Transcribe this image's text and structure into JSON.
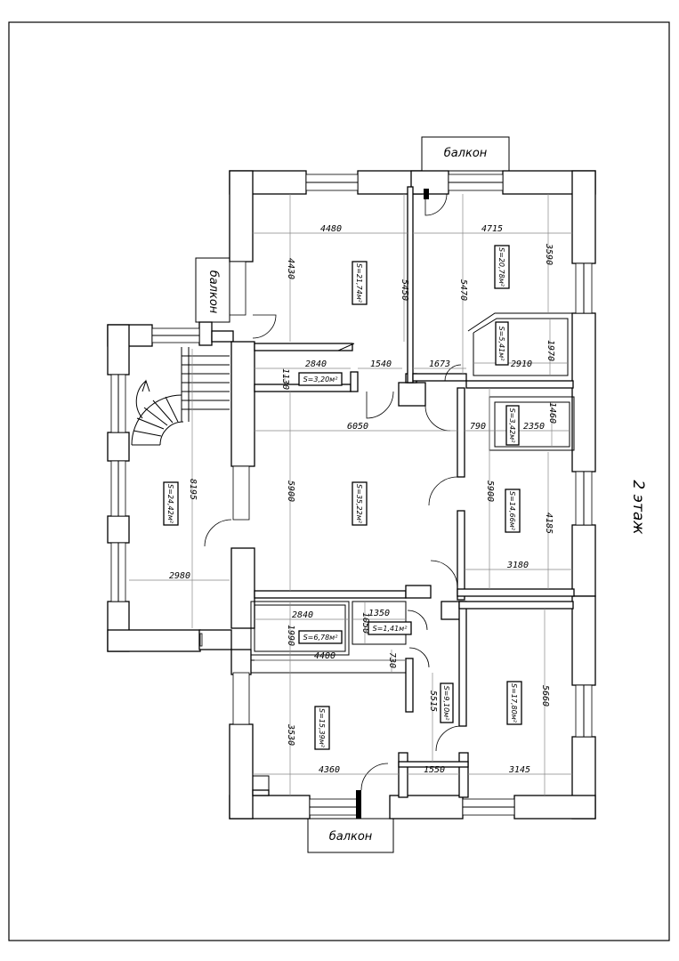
{
  "floor_label": "2 этаж",
  "balcony_label": "балкон",
  "dimensions": [
    "4480",
    "4715",
    "4430",
    "5450",
    "5470",
    "3590",
    "2840",
    "1540",
    "1673",
    "2910",
    "1970",
    "1130",
    "6050",
    "790",
    "2350",
    "1460",
    "8195",
    "5900",
    "5900",
    "4185",
    "2980",
    "3180",
    "2840",
    "1350",
    "1050",
    "4400",
    "730",
    "1990",
    "5515",
    "5660",
    "3530",
    "4360",
    "1550",
    "3145"
  ],
  "areas": [
    "S=21,74м²",
    "S=20,78м²",
    "S=5,41м²",
    "S=3,20м²",
    "S=3,42м²",
    "S=24,42м²",
    "S=35,22м²",
    "S=14,66м²",
    "S=1,41м²",
    "S=6,78м²",
    "S=9,10м²",
    "S=17,80м²",
    "S=15,39м²"
  ]
}
